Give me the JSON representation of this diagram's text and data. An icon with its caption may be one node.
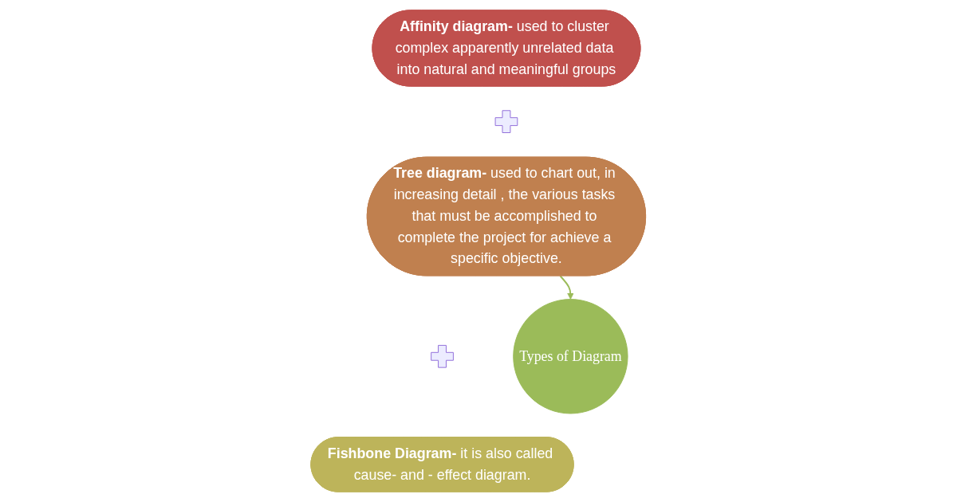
{
  "diagram": {
    "nodes": [
      {
        "text": [
          "**Affinity diagram-** used to cluster complex apparently unrelated data into natural and meaningful groups"
        ]
      },
      {
        "text": [],
        "shape": "plus"
      },
      {
        "text": [
          "**Tree diagram-** used to chart out, in increasing detail , the various tasks that must be accomplished to complete the project for achieve a specific objective."
        ]
      },
      {
        "text": [],
        "shape": "plus"
      },
      {
        "text": [
          "**Fishbone Diagram-** it is also called cause- and - effect diagram."
        ]
      },
      {
        "text": [
          "Types of Diagram"
        ]
      }
    ],
    "edges": [
      {
        "from": 2,
        "to": 5,
        "arrow": "to"
      }
    ]
  }
}
